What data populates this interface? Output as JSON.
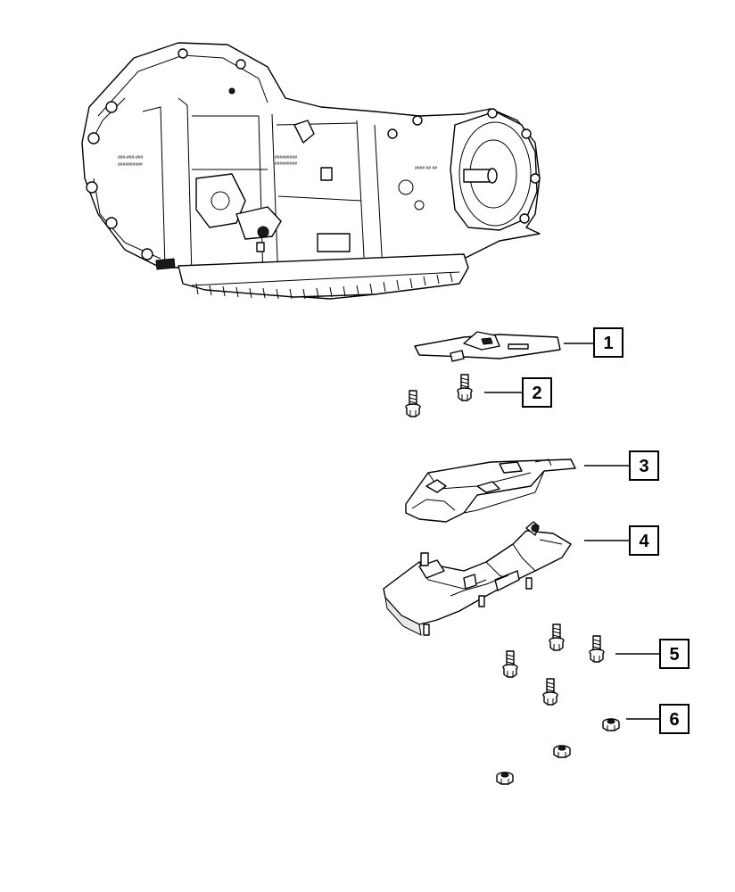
{
  "callouts": [
    {
      "number": "1"
    },
    {
      "number": "2"
    },
    {
      "number": "3"
    },
    {
      "number": "4"
    },
    {
      "number": "5"
    },
    {
      "number": "6"
    }
  ],
  "icons": {
    "transmission": "transmission-assembly-icon",
    "plate": "mount-plate-icon",
    "bolt": "bolt-icon",
    "bracket": "mount-bracket-icon",
    "crossmember": "crossmember-icon",
    "nut": "nut-icon"
  },
  "colors": {
    "line": "#000000",
    "background": "#ffffff"
  }
}
